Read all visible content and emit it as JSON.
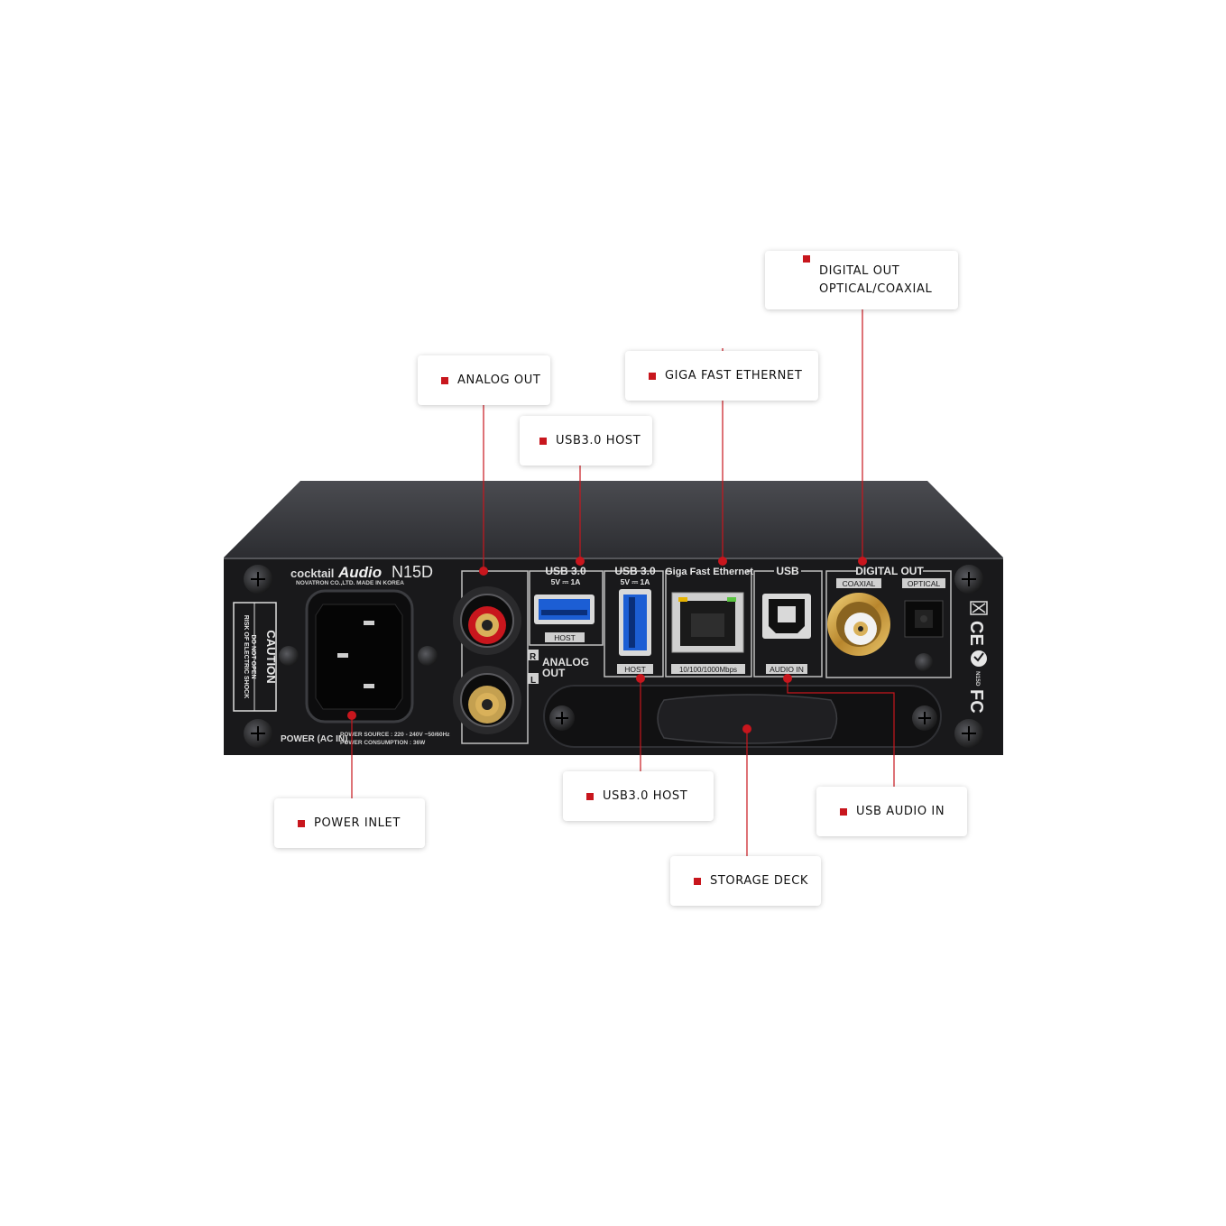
{
  "device": {
    "brand_small": "cocktail",
    "brand_big": "Audio",
    "model": "N15D",
    "maker_line": "NOVATRON CO.,LTD.  MADE IN KOREA",
    "caution": "CAUTION",
    "caution_line1": "RISK OF ELECTRIC SHOCK",
    "caution_line2": "DO NOT OPEN",
    "power_label": "POWER (AC IN)",
    "power_source": "POWER SOURCE : 220 - 240V ~50/60Hz",
    "power_consumption": "POWER CONSUMPTION : 36W",
    "rca_r": "R",
    "rca_l": "L",
    "analog_out_1": "ANALOG",
    "analog_out_2": "OUT",
    "usb1_title": "USB 3.0",
    "usb1_spec": "5V ⎓ 1A",
    "usb1_host": "HOST",
    "usb2_title": "USB 3.0",
    "usb2_spec": "5V ⎓ 1A",
    "usb2_host": "HOST",
    "ethernet_title": "Giga Fast Ethernet",
    "ethernet_speed": "10/100/1000Mbps",
    "usb_b_title": "USB",
    "usb_b_label": "AUDIO IN",
    "digital_out_title": "DIGITAL OUT",
    "coaxial": "COAXIAL",
    "optical": "OPTICAL",
    "model_vertical": "N15D",
    "fc_mark": "FC",
    "ce_mark": "CE"
  },
  "callouts": {
    "digital_out": {
      "line1": "DIGITAL OUT",
      "line2": "OPTICAL/COAXIAL"
    },
    "giga_ethernet": "GIGA FAST ETHERNET",
    "analog_out": "ANALOG OUT",
    "usb30_host_top": "USB3.0 HOST",
    "usb30_host_bottom": "USB3.0 HOST",
    "power_inlet": "POWER INLET",
    "usb_audio_in": "USB AUDIO IN",
    "storage_deck": "STORAGE DECK"
  },
  "colors": {
    "accent": "#c8161d",
    "panel": "#1a1a1c",
    "top": "#3a3b3f",
    "text": "#111111"
  }
}
